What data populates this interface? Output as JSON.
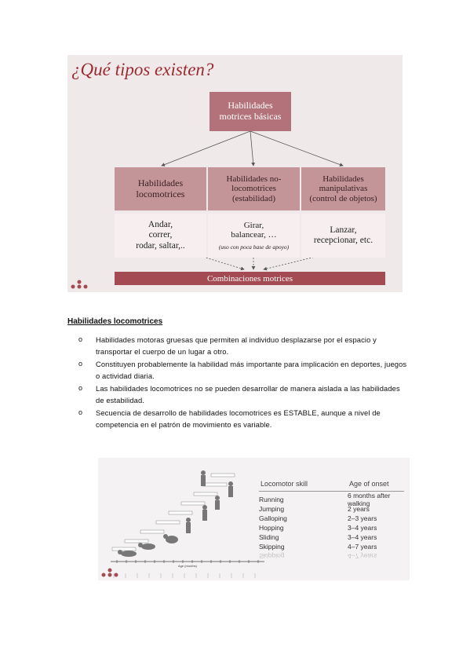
{
  "slide1": {
    "title": "¿Qué tipos existen?",
    "top_box": [
      "Habilidades",
      "motrices básicas"
    ],
    "categories": [
      {
        "lines": [
          "Habilidades",
          "locomotrices"
        ],
        "examples": [
          "Andar,",
          "correr,",
          "rodar, saltar,.."
        ]
      },
      {
        "lines": [
          "Habilidades no-",
          "locomotrices",
          "(estabilidad)"
        ],
        "examples": [
          "Girar,",
          "balancear, …"
        ],
        "note": "(uso con poca base de apoyo)"
      },
      {
        "lines": [
          "Habilidades",
          "manipulativas",
          "(control de objetos)"
        ],
        "examples": [
          "Lanzar,",
          "recepcionar, etc."
        ]
      }
    ],
    "bottom_bar": "Combinaciones motrices",
    "colors": {
      "title": "#9b2a30",
      "box": "#c39599",
      "bar": "#a34a52"
    }
  },
  "section": {
    "heading": "Habilidades locomotrices",
    "bullet_marker": "o",
    "bullets": [
      "Habilidades motoras gruesas que permiten al individuo desplazarse por el espacio y transportar el cuerpo de un lugar a otro.",
      "Constituyen probablemente la habilidad más importante para implicación en deportes, juegos o actividad diaria.",
      "Las habilidades locomotrices no se pueden desarrollar de manera aislada a las habilidades de estabilidad.",
      "Secuencia de desarrollo de habilidades locomotrices es ESTABLE, aunque a nivel de competencia en el patrón de movimiento es variable."
    ]
  },
  "slide2": {
    "graph_axis_label": "Age (months)",
    "table": {
      "headers": [
        "Locomotor skill",
        "Age of onset"
      ],
      "rows": [
        [
          "Running",
          "6 months after walking"
        ],
        [
          "Jumping",
          "2 years"
        ],
        [
          "Galloping",
          "2–3 years"
        ],
        [
          "Hopping",
          "3–4 years"
        ],
        [
          "Sliding",
          "3–4 years"
        ],
        [
          "Skipping",
          "4–7 years"
        ]
      ]
    }
  }
}
